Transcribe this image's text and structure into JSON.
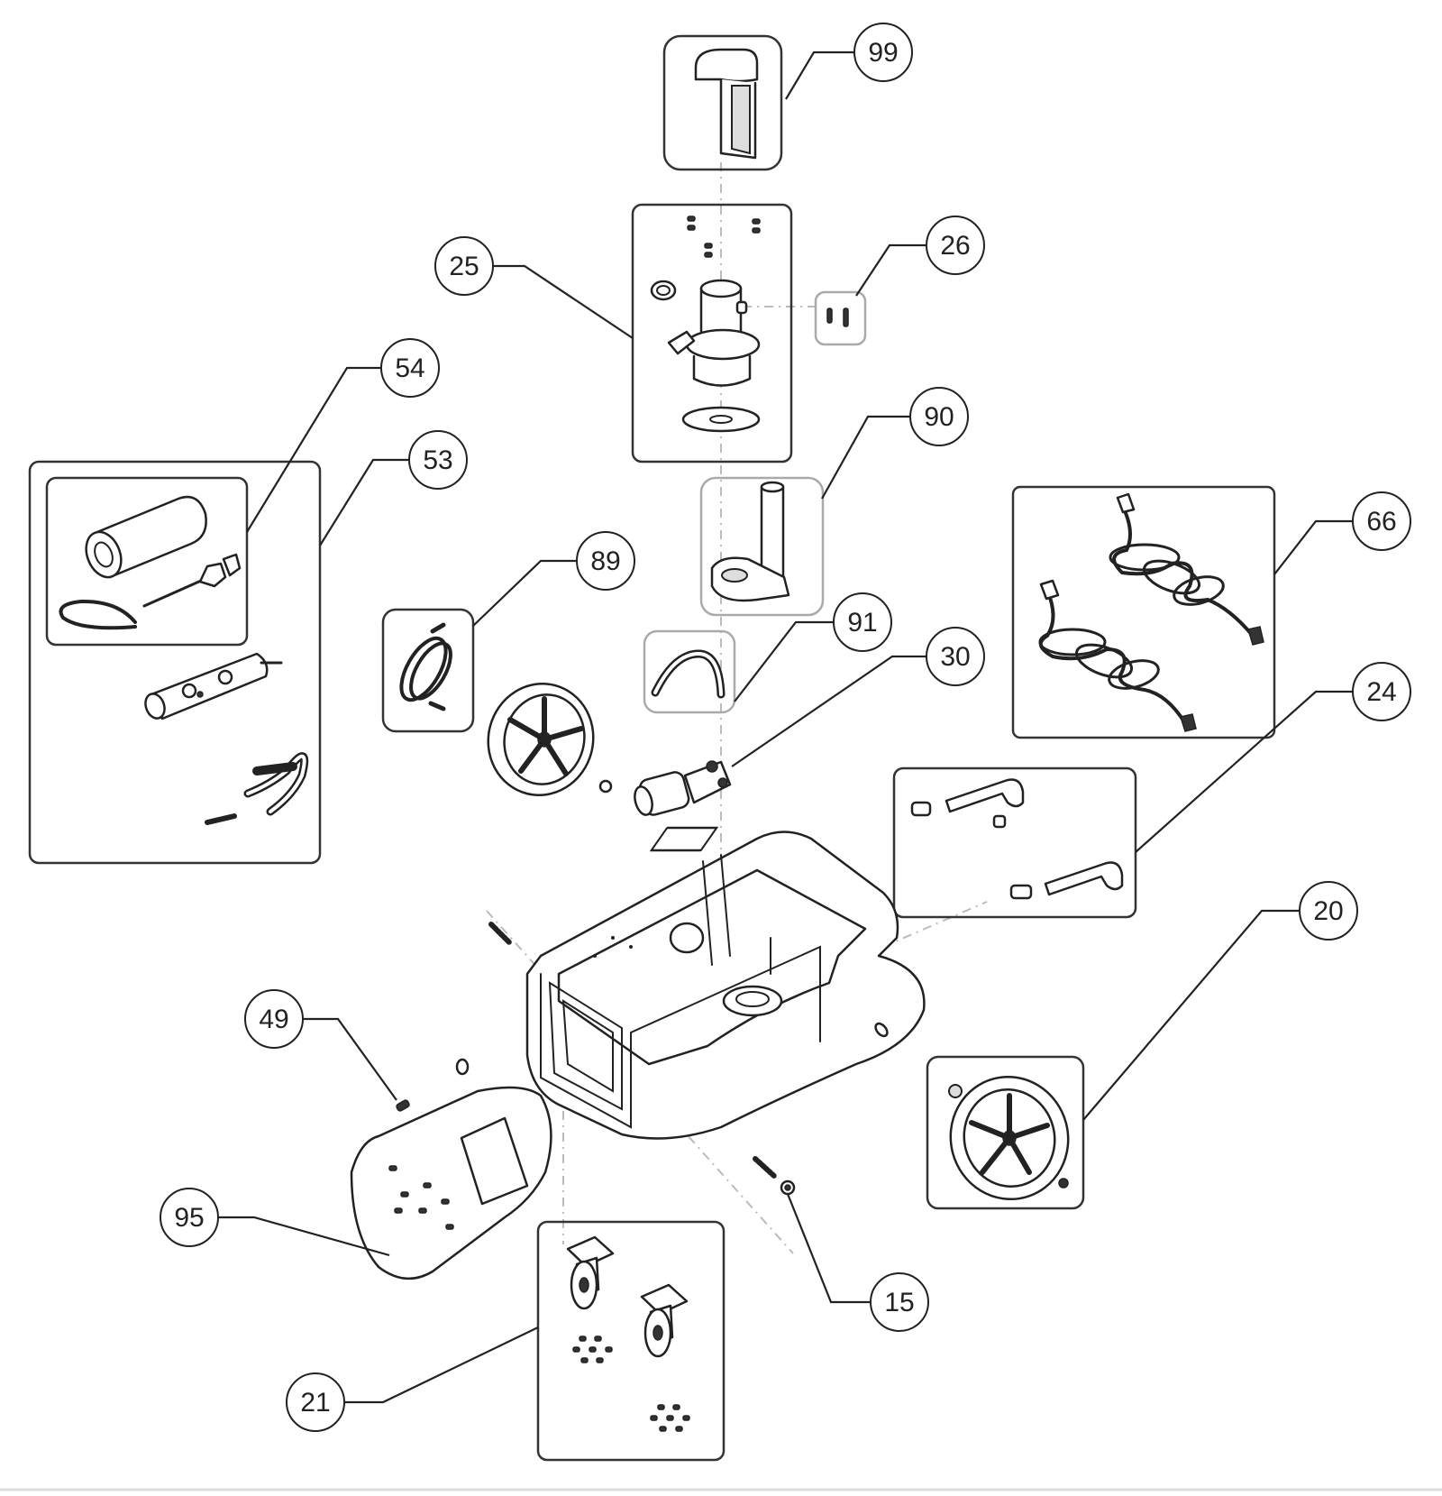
{
  "callouts": [
    {
      "id": "99",
      "label": "99"
    },
    {
      "id": "26",
      "label": "26"
    },
    {
      "id": "25",
      "label": "25"
    },
    {
      "id": "54",
      "label": "54"
    },
    {
      "id": "90",
      "label": "90"
    },
    {
      "id": "53",
      "label": "53"
    },
    {
      "id": "66",
      "label": "66"
    },
    {
      "id": "89",
      "label": "89"
    },
    {
      "id": "91",
      "label": "91"
    },
    {
      "id": "30",
      "label": "30"
    },
    {
      "id": "24",
      "label": "24"
    },
    {
      "id": "20",
      "label": "20"
    },
    {
      "id": "49",
      "label": "49"
    },
    {
      "id": "95",
      "label": "95"
    },
    {
      "id": "15",
      "label": "15"
    },
    {
      "id": "21",
      "label": "21"
    }
  ]
}
